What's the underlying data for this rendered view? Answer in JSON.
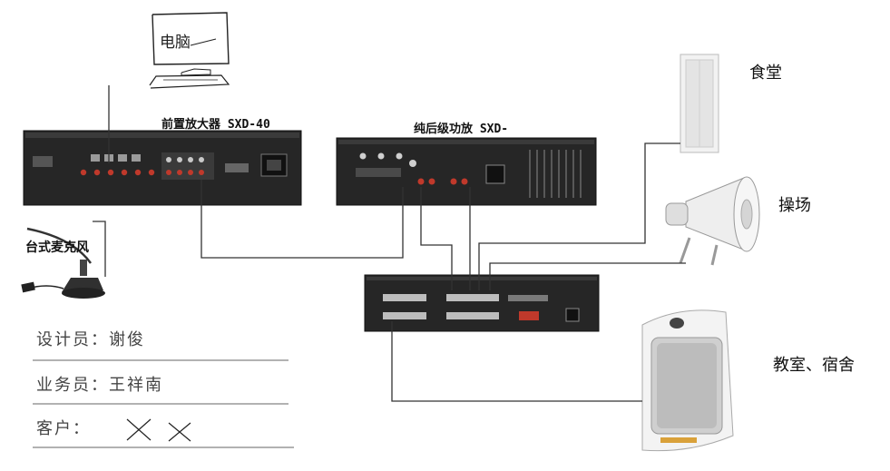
{
  "computer": {
    "label": "电脑"
  },
  "pre_amp": {
    "title": "前置放大器 SXD-40"
  },
  "power_amp": {
    "title": "纯后级功放 SXD-"
  },
  "microphone": {
    "label": "台式麦克风"
  },
  "zones": [
    {
      "label": "食堂",
      "speaker": "column-speaker"
    },
    {
      "label": "操场",
      "speaker": "horn-speaker"
    },
    {
      "label": "教室、宿舍",
      "speaker": "wall-speaker"
    }
  ],
  "info": {
    "designer_label": "设计员：",
    "designer_name": "谢俊",
    "sales_label": "业务员：",
    "sales_name": "王祥南",
    "client_label": "客户："
  },
  "colors": {
    "wire": "#333333",
    "device": "#2a2a2a",
    "panel": "#1b1b1b",
    "jack_red": "#c0392b"
  }
}
